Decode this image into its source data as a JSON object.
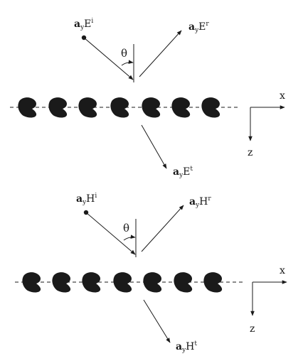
{
  "panels": [
    {
      "id": "e-field",
      "incident": {
        "vector": "a",
        "sub": "y",
        "field": "E",
        "sup": "i"
      },
      "reflected": {
        "vector": "a",
        "sub": "y",
        "field": "E",
        "sup": "r"
      },
      "transmitted": {
        "vector": "a",
        "sub": "y",
        "field": "E",
        "sup": "t"
      },
      "angle_label": "θ",
      "axis_x": "x",
      "axis_z": "z",
      "particle_count": 7
    },
    {
      "id": "h-field",
      "incident": {
        "vector": "a",
        "sub": "y",
        "field": "H",
        "sup": "i"
      },
      "reflected": {
        "vector": "a",
        "sub": "y",
        "field": "H",
        "sup": "r"
      },
      "transmitted": {
        "vector": "a",
        "sub": "y",
        "field": "H",
        "sup": "t"
      },
      "angle_label": "θ",
      "axis_x": "x",
      "axis_z": "z",
      "particle_count": 7
    }
  ],
  "colors": {
    "ink": "#1a1a1a",
    "background": "#ffffff"
  }
}
